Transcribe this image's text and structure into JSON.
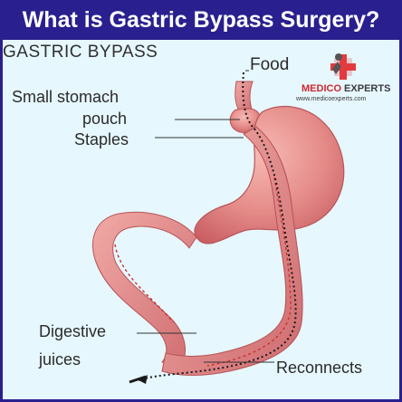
{
  "title": "What is Gastric Bypass Surgery?",
  "heading": "GASTRIC BYPASS",
  "labels": {
    "food": "Food",
    "small_stomach": "Small stomach",
    "pouch": "pouch",
    "staples": "Staples",
    "digestive": "Digestive",
    "juices": "juices",
    "reconnects": "Reconnects"
  },
  "logo": {
    "brand_red": "MEDICO",
    "brand_dark": " EXPERTS",
    "url": "www.medicoexperts.com"
  },
  "colors": {
    "frame": "#2a1f8f",
    "background": "#e6f7fd",
    "organ": "#e0787a",
    "brand_red": "#d0262d"
  }
}
